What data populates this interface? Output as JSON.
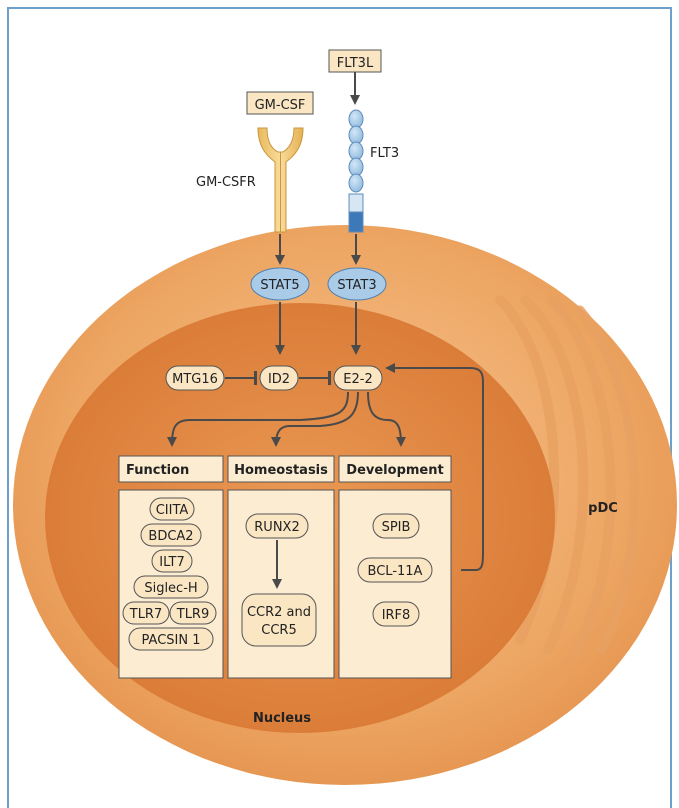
{
  "ligands": {
    "gmcsf": "GM-CSF",
    "flt3l": "FLT3L"
  },
  "receptors": {
    "gmcsfr": "GM-CSFR",
    "flt3": "FLT3"
  },
  "stats": {
    "stat5": "STAT5",
    "stat3": "STAT3"
  },
  "nodes": {
    "mtg16": "MTG16",
    "id2": "ID2",
    "e22": "E2-2"
  },
  "headers": {
    "function": "Function",
    "homeostasis": "Homeostasis",
    "development": "Development"
  },
  "function_items": [
    "CIITA",
    "BDCA2",
    "ILT7",
    "Siglec-H",
    "TLR7",
    "TLR9",
    "PACSIN 1"
  ],
  "homeostasis_items": {
    "runx2": "RUNX2",
    "ccr_line1": "CCR2 and",
    "ccr_line2": "CCR5"
  },
  "development_items": [
    "SPIB",
    "BCL-11A",
    "IRF8"
  ],
  "cell_label": "pDC",
  "nucleus_label": "Nucleus",
  "colors": {
    "cell_outer": "#eda663",
    "nucleus": "#df8340",
    "pill_fill": "#fbe6c4",
    "stat_fill": "#a9cbe8",
    "receptor": "#f1c977",
    "box_fill": "#fbecd2",
    "arrow": "#4a4a4a"
  }
}
